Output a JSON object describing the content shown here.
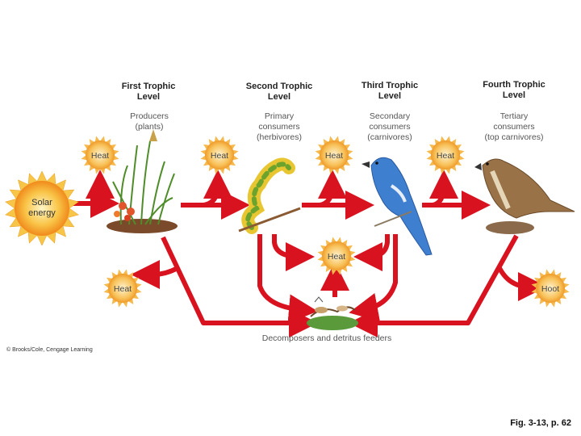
{
  "levels": [
    {
      "title": "First Trophic\nLevel",
      "subtitle": "Producers\n(plants)"
    },
    {
      "title": "Second Trophic\nLevel",
      "subtitle": "Primary\nconsumers\n(herbivores)"
    },
    {
      "title": "Third Trophic\nLevel",
      "subtitle": "Secondary\nconsumers\n(carnivores)"
    },
    {
      "title": "Fourth Trophic\nLevel",
      "subtitle": "Tertiary\nconsumers\n(top carnivores)"
    }
  ],
  "solar_label": "Solar\nenergy",
  "heat_label": "Heat",
  "heat_label_alt": "Hoot",
  "decomposers_label": "Decomposers and detritus feeders",
  "copyright": "© Brooks/Cole, Cengage Learning",
  "figure_caption": "Fig. 3-13, p. 62",
  "colors": {
    "arrow": "#d8131f",
    "sun_core": "#f5a623",
    "sun_ray": "#f7c548",
    "text": "#222222"
  }
}
